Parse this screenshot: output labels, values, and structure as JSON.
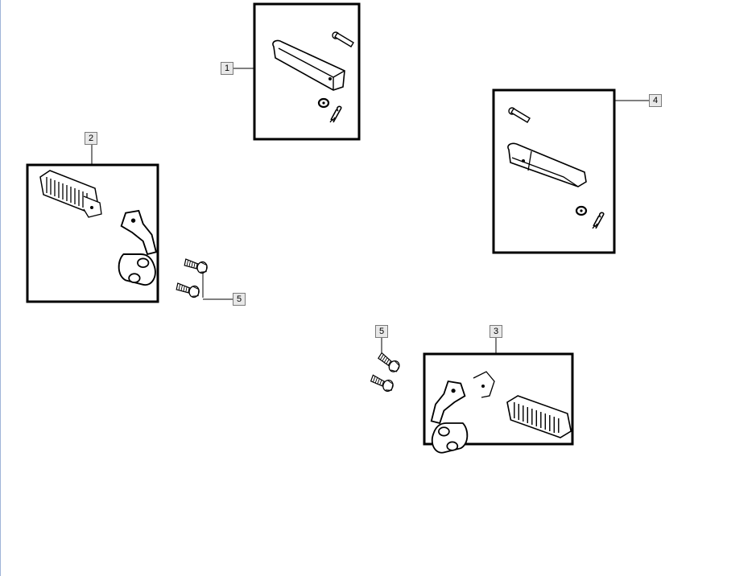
{
  "callouts": {
    "c1": "1",
    "c2": "2",
    "c3": "3",
    "c4": "4",
    "c5_left": "5",
    "c5_right": "5"
  },
  "parts": [
    {
      "ref": "1",
      "icons": [
        "rear-footrest-icon",
        "pivot-pin-icon",
        "washer-icon",
        "split-pin-icon"
      ]
    },
    {
      "ref": "2",
      "icons": [
        "rubber-footpeg-icon",
        "footpeg-bracket-icon"
      ]
    },
    {
      "ref": "3",
      "icons": [
        "rubber-footpeg-icon",
        "footpeg-bracket-icon"
      ]
    },
    {
      "ref": "4",
      "icons": [
        "rear-footrest-icon",
        "pivot-pin-icon",
        "washer-icon",
        "split-pin-icon"
      ]
    },
    {
      "ref": "5",
      "icons": [
        "flange-bolt-icon"
      ]
    }
  ],
  "colors": {
    "line": "#000000",
    "callout_bg": "#e8e8e8",
    "callout_border": "#7a7a7a",
    "edge": "#9fb4d8"
  }
}
